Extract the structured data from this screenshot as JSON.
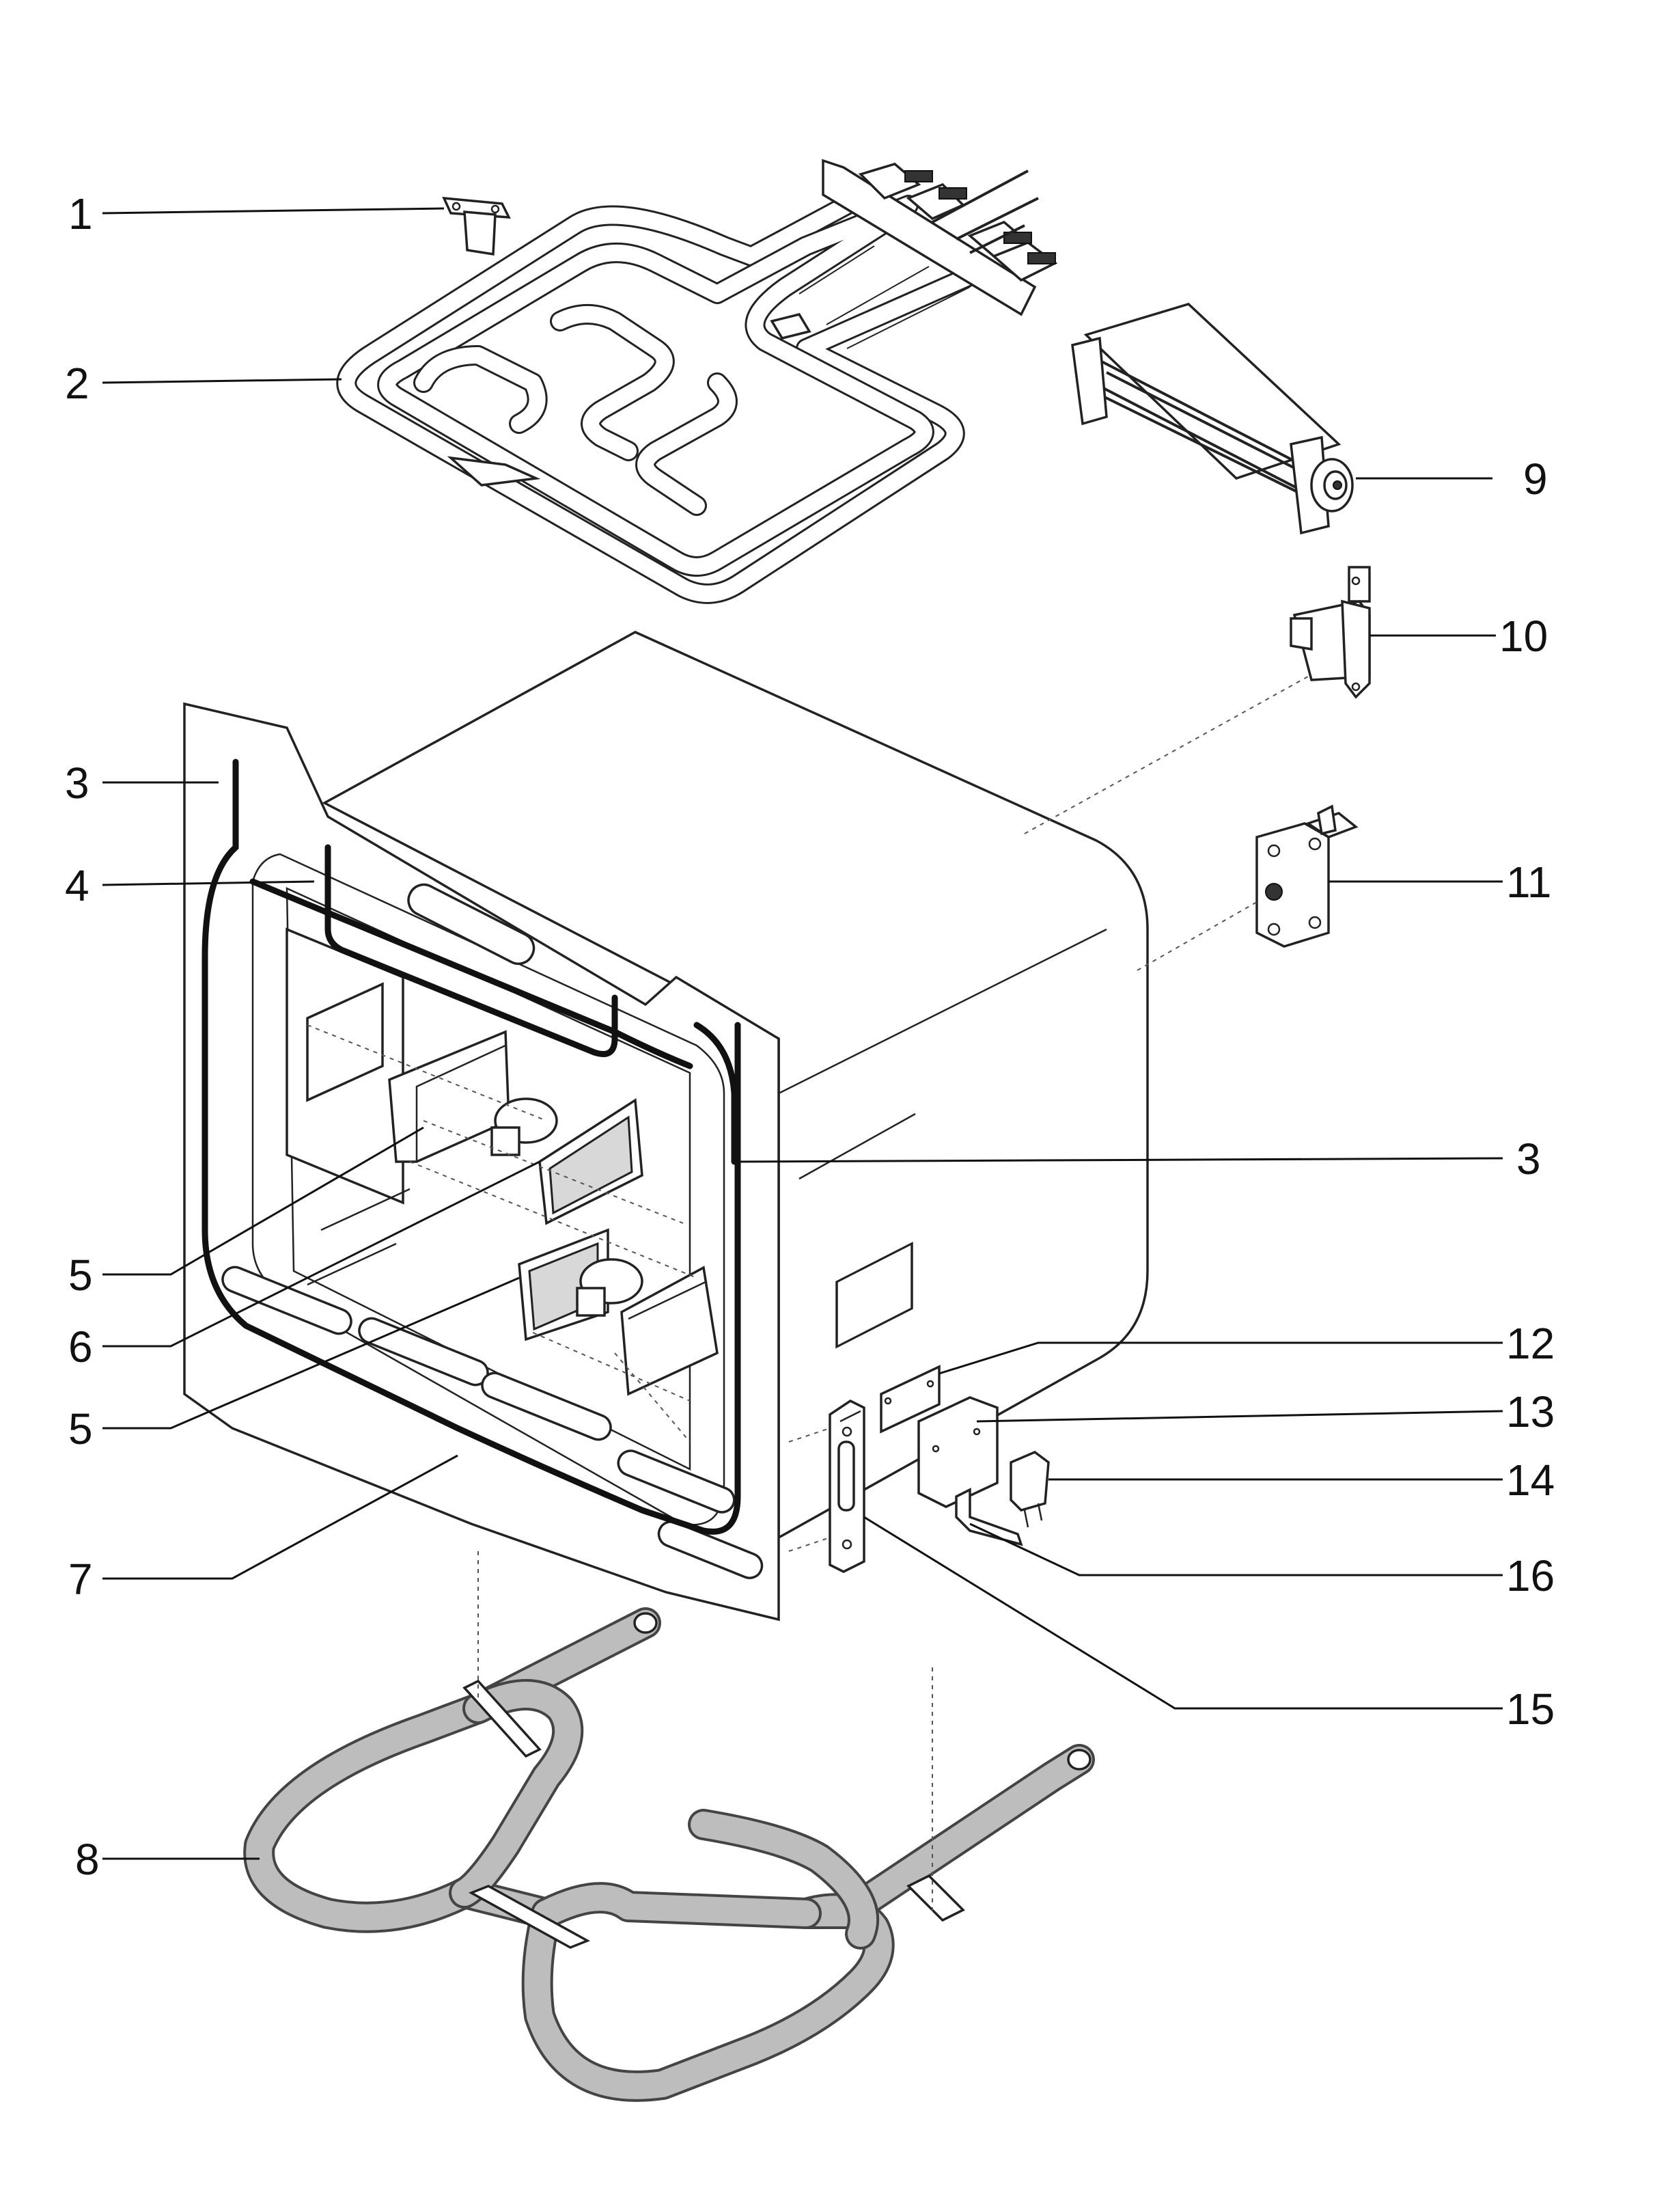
{
  "diagram": {
    "callouts": [
      {
        "id": "c1",
        "label": "1"
      },
      {
        "id": "c2",
        "label": "2"
      },
      {
        "id": "c3a",
        "label": "3"
      },
      {
        "id": "c4",
        "label": "4"
      },
      {
        "id": "c5a",
        "label": "5"
      },
      {
        "id": "c6",
        "label": "6"
      },
      {
        "id": "c5b",
        "label": "5"
      },
      {
        "id": "c7",
        "label": "7"
      },
      {
        "id": "c8",
        "label": "8"
      },
      {
        "id": "c9",
        "label": "9"
      },
      {
        "id": "c10",
        "label": "10"
      },
      {
        "id": "c11",
        "label": "11"
      },
      {
        "id": "c3b",
        "label": "3"
      },
      {
        "id": "c12",
        "label": "12"
      },
      {
        "id": "c13",
        "label": "13"
      },
      {
        "id": "c14",
        "label": "14"
      },
      {
        "id": "c16",
        "label": "16"
      },
      {
        "id": "c15",
        "label": "15"
      }
    ]
  }
}
